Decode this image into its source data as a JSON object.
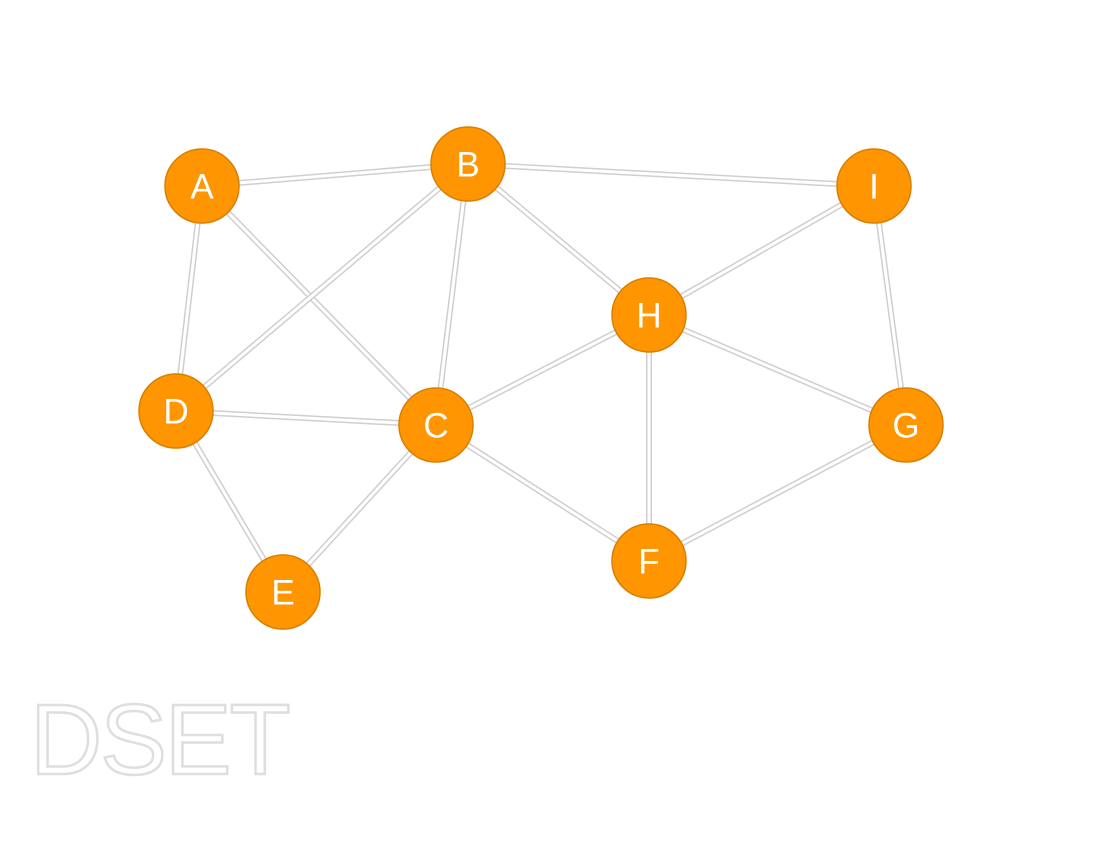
{
  "colors": {
    "node_fill": "#ff9500",
    "node_label": "#ffffff",
    "edge": "#cfcfcf"
  },
  "graph": {
    "nodes": [
      {
        "id": "A",
        "label": "A"
      },
      {
        "id": "B",
        "label": "B"
      },
      {
        "id": "C",
        "label": "C"
      },
      {
        "id": "D",
        "label": "D"
      },
      {
        "id": "E",
        "label": "E"
      },
      {
        "id": "F",
        "label": "F"
      },
      {
        "id": "G",
        "label": "G"
      },
      {
        "id": "H",
        "label": "H"
      },
      {
        "id": "I",
        "label": "I"
      }
    ],
    "edges": [
      [
        "A",
        "B"
      ],
      [
        "A",
        "D"
      ],
      [
        "A",
        "C"
      ],
      [
        "B",
        "D"
      ],
      [
        "B",
        "C"
      ],
      [
        "B",
        "H"
      ],
      [
        "B",
        "I"
      ],
      [
        "D",
        "C"
      ],
      [
        "D",
        "E"
      ],
      [
        "E",
        "C"
      ],
      [
        "C",
        "H"
      ],
      [
        "C",
        "F"
      ],
      [
        "H",
        "I"
      ],
      [
        "H",
        "F"
      ],
      [
        "H",
        "G"
      ],
      [
        "I",
        "G"
      ],
      [
        "F",
        "G"
      ]
    ]
  },
  "caption": {
    "text": "DSET"
  }
}
